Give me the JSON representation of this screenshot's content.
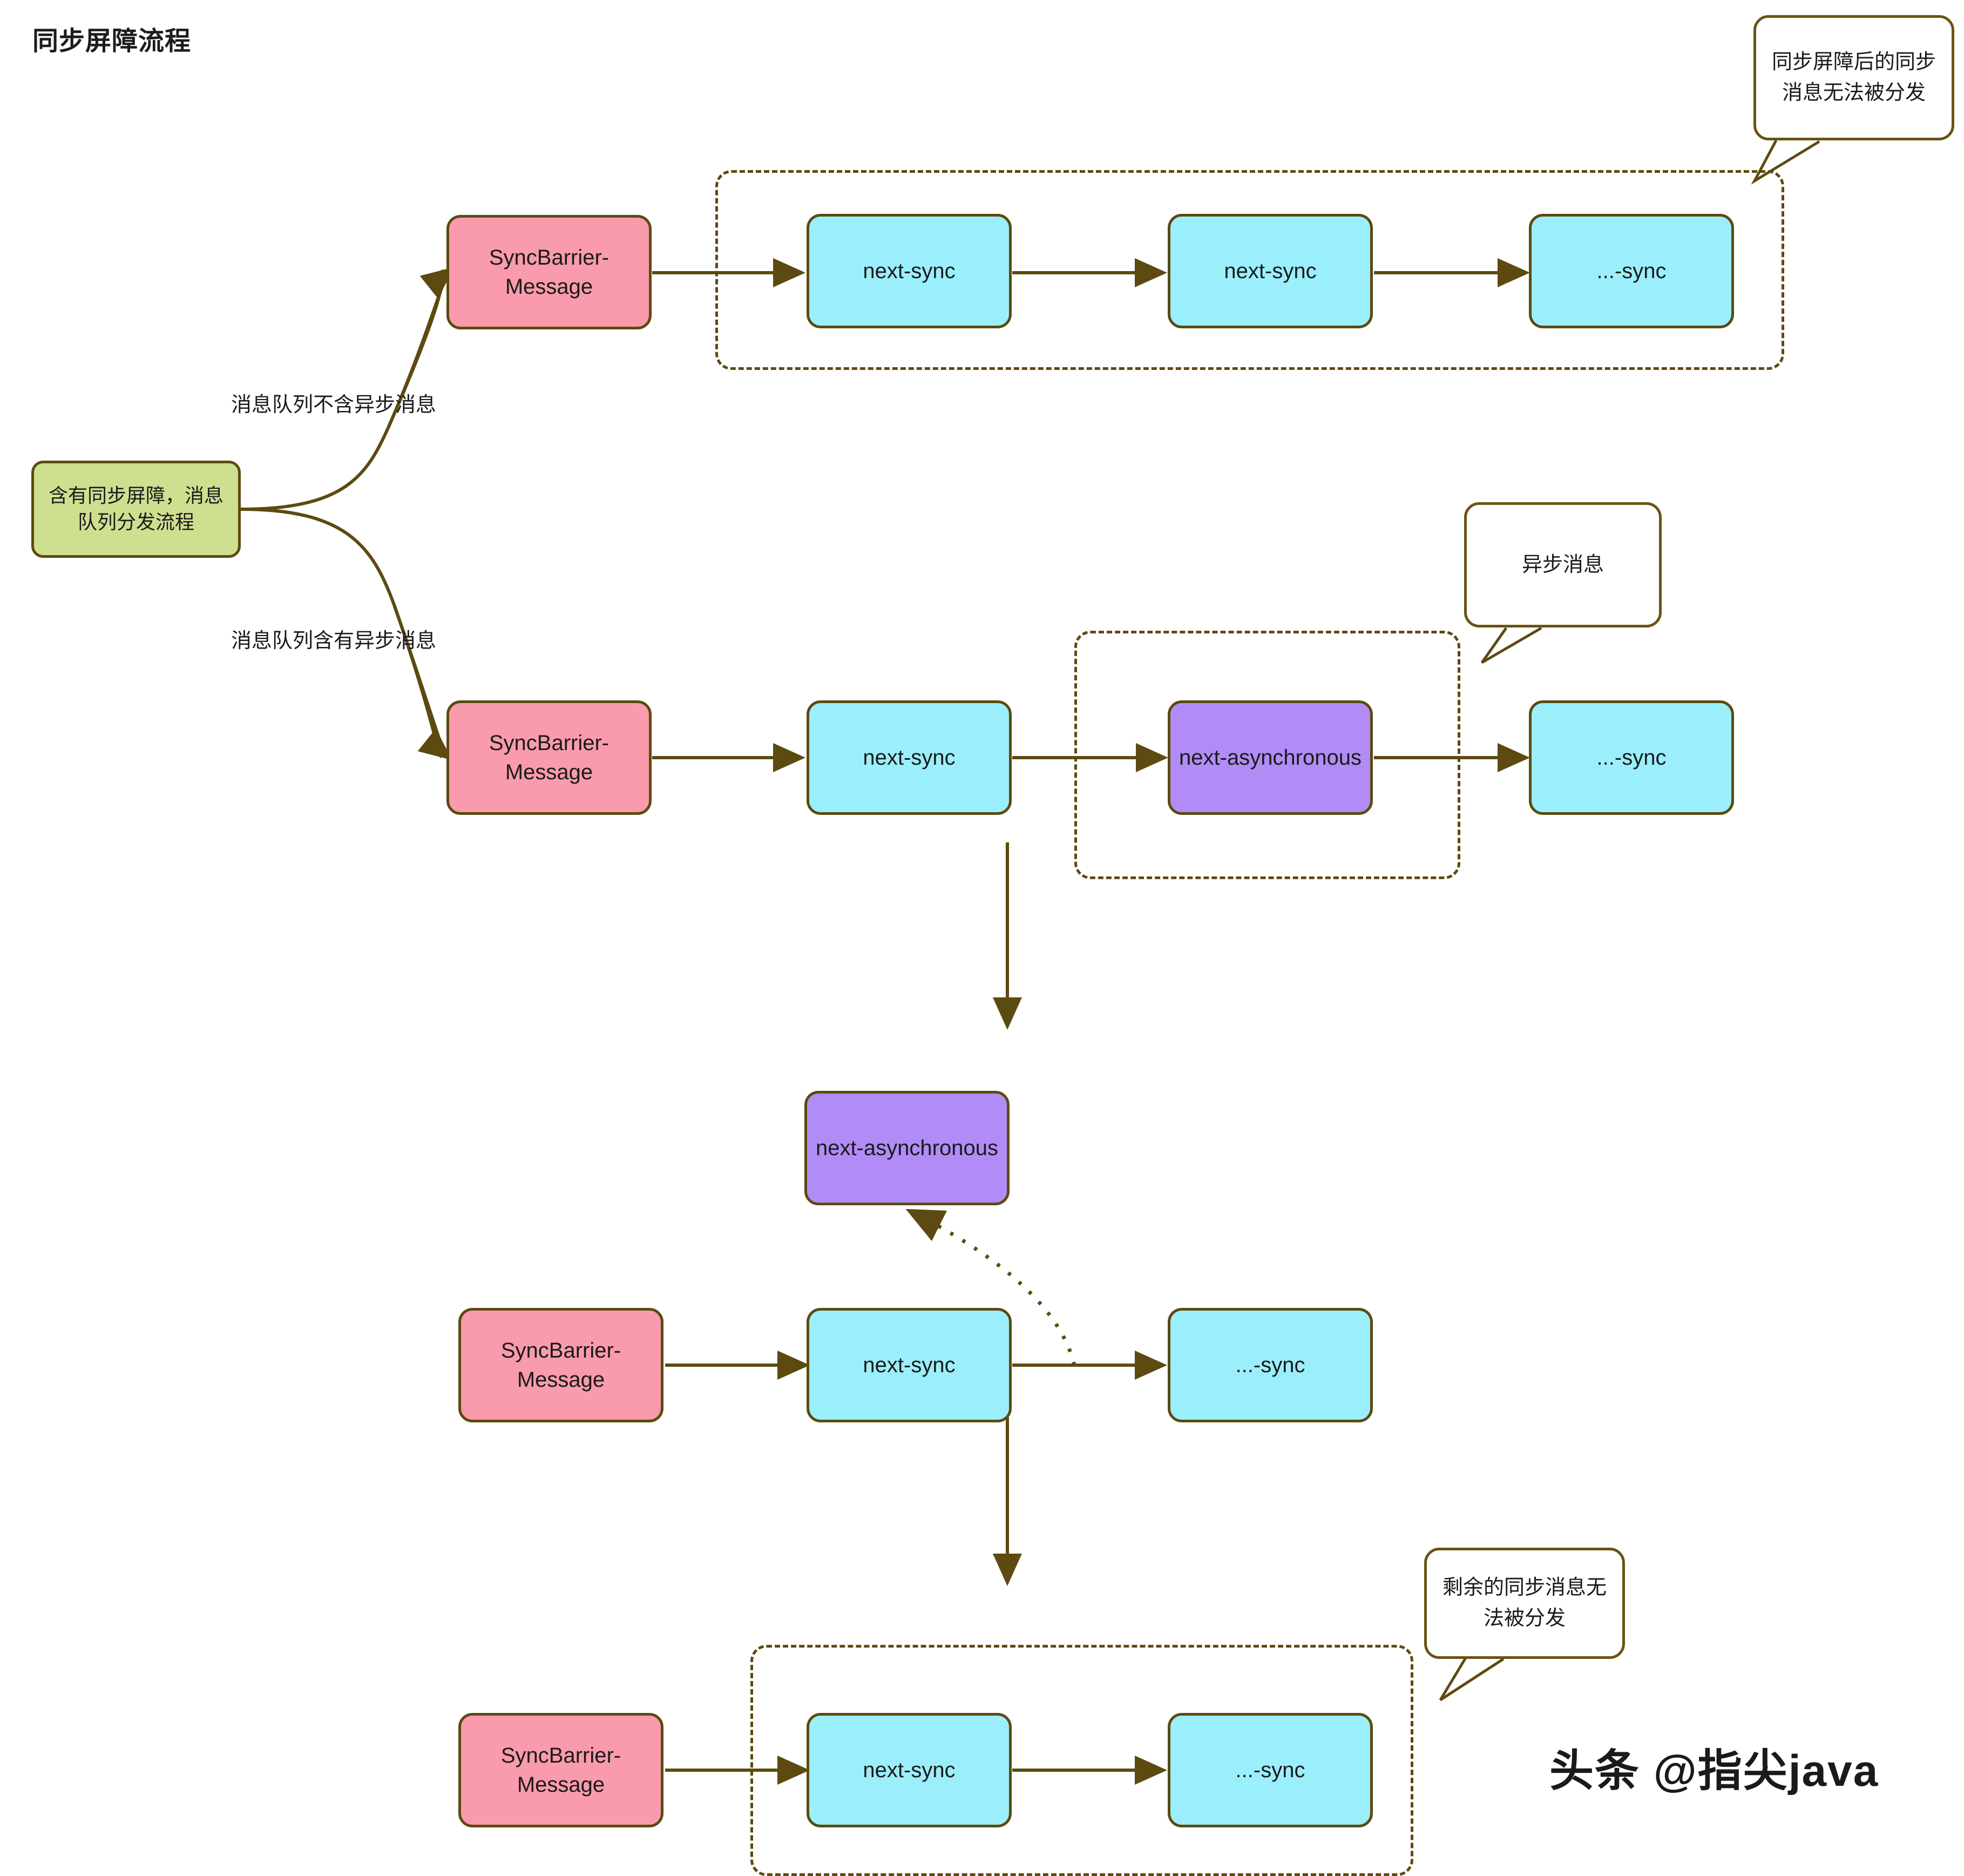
{
  "title": "同步屏障流程",
  "watermark": "头条 @指尖java",
  "colors": {
    "stroke": "#5c4a10",
    "pink": "#F99BAC",
    "cyan": "#9BEFFC",
    "purple": "#B18CF7",
    "green": "#CFDF90",
    "callout_border": "#6b5412",
    "background": "#FFFFFF",
    "text": "#1A1A1A"
  },
  "start_node": {
    "label": "含有同步屏障，消息队列分发流程"
  },
  "branch_labels": {
    "top": "消息队列不含异步消息",
    "bottom": "消息队列含有异步消息"
  },
  "callouts": {
    "top_right": "同步屏障后的同步消息无法被分发",
    "middle_right": "异步消息",
    "bottom_right": "剩余的同步消息无法被分发"
  },
  "rows": {
    "row1": {
      "barrier": "SyncBarrier-Message",
      "nodes": [
        "next-sync",
        "next-sync",
        "...-sync"
      ]
    },
    "row2": {
      "barrier": "SyncBarrier-Message",
      "node_sync": "next-sync",
      "node_async": "next-asynchronous",
      "node_tail": "...-sync"
    },
    "row3": {
      "async_top": "next-asynchronous",
      "barrier": "SyncBarrier-Message",
      "node_sync": "next-sync",
      "node_tail": "...-sync"
    },
    "row4": {
      "barrier": "SyncBarrier-Message",
      "node_sync": "next-sync",
      "node_tail": "...-sync"
    }
  }
}
